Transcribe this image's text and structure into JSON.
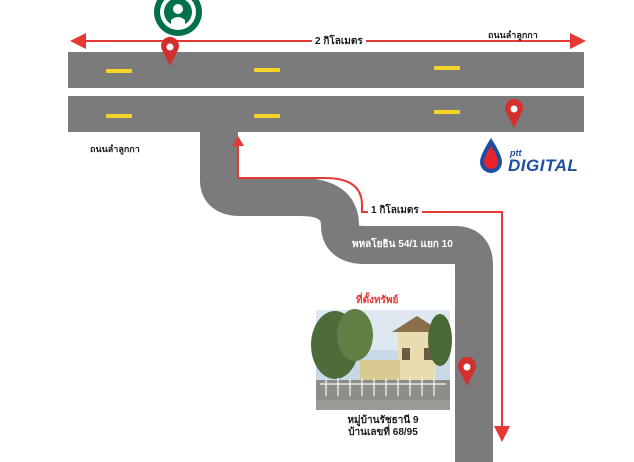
{
  "roads": {
    "main_road_top_label": "ถนนลำลูกกา",
    "main_road_left_label": "ถนนลำลูกกา",
    "soi_label": "พหลโยธิน 54/1 แยก 10"
  },
  "distances": {
    "main": "2  กิโลเมตร",
    "soi": "1 กิโลเมตร"
  },
  "landmarks": {
    "starbucks": {
      "icon": "starbucks-logo"
    },
    "ptt": {
      "brand_small": "ptt",
      "brand_large": "DIGITAL",
      "icon": "ptt-drop-logo"
    }
  },
  "property": {
    "title": "ที่ตั้งทรัพย์",
    "address_line1": "หมู่บ้านรัชธานี 9",
    "address_line2": "บ้านเลขที่ 68/95"
  },
  "colors": {
    "road": "#7b7b7b",
    "lane_marking": "#f5d327",
    "route": "#e53935",
    "pin": "#d32f2f",
    "ptt_blue": "#1d4fa0",
    "ptt_red": "#e8232a",
    "starbucks_green": "#00704a"
  }
}
